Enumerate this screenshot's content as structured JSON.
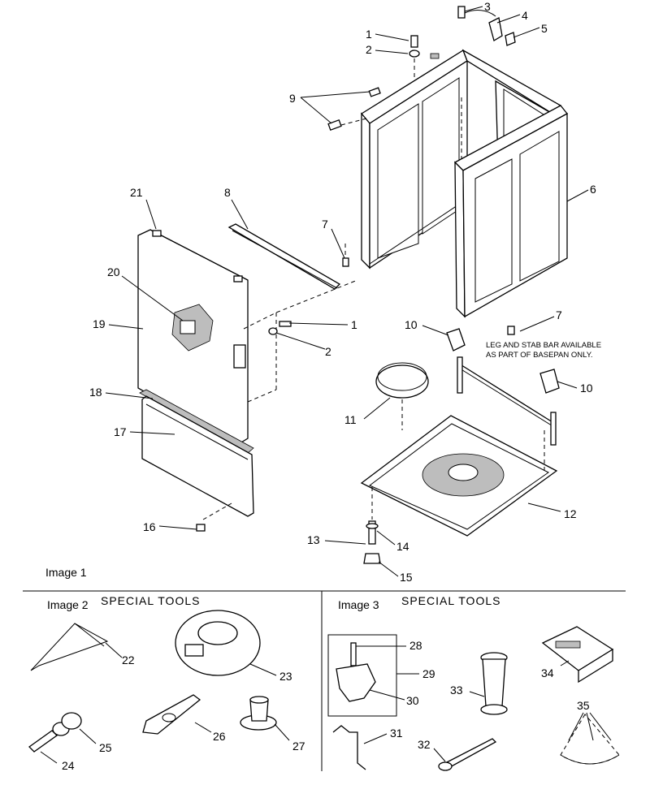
{
  "sections": {
    "image1": "Image 1",
    "image2": "Image 2",
    "image3": "Image 3",
    "special_tools_2": "SPECIAL  TOOLS",
    "special_tools_3": "SPECIAL  TOOLS"
  },
  "note": {
    "line1": "LEG AND STAB BAR AVAILABLE",
    "line2": "AS PART OF BASEPAN ONLY."
  },
  "callouts": {
    "c1a": "1",
    "c2a": "2",
    "c3": "3",
    "c4": "4",
    "c5": "5",
    "c6": "6",
    "c7a": "7",
    "c7b": "7",
    "c8": "8",
    "c9": "9",
    "c10a": "10",
    "c10b": "10",
    "c11": "11",
    "c12": "12",
    "c13": "13",
    "c14": "14",
    "c15": "15",
    "c16": "16",
    "c17": "17",
    "c18": "18",
    "c19": "19",
    "c20": "20",
    "c21": "21",
    "c1b": "1",
    "c2b": "2",
    "c22": "22",
    "c23": "23",
    "c24": "24",
    "c25": "25",
    "c26": "26",
    "c27": "27",
    "c28": "28",
    "c29": "29",
    "c30": "30",
    "c31": "31",
    "c32": "32",
    "c33": "33",
    "c34": "34",
    "c35": "35"
  }
}
